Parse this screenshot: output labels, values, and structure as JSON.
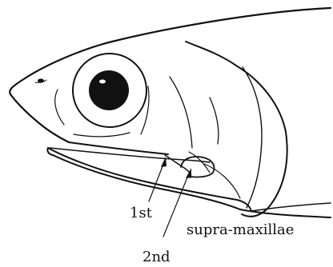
{
  "figure": {
    "labels": {
      "first": "1st",
      "second": "2nd",
      "structure": "supra-maxillae"
    },
    "colors": {
      "ink": "#111111",
      "background": "#ffffff"
    }
  }
}
